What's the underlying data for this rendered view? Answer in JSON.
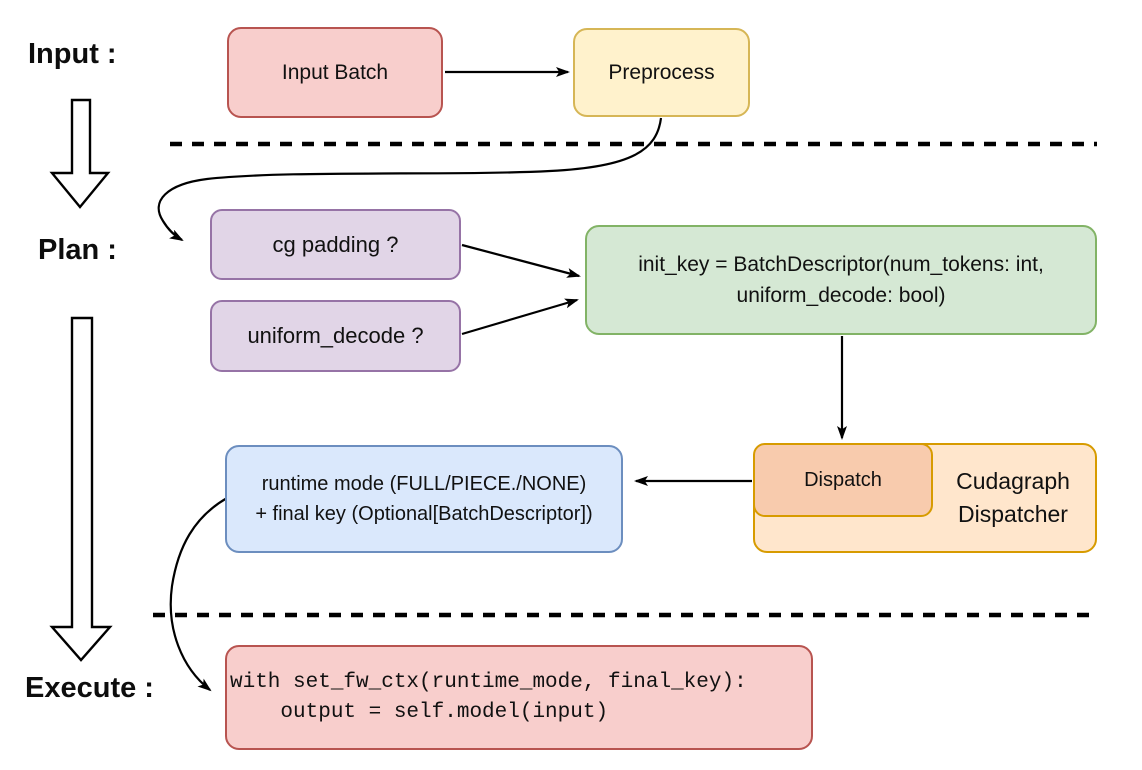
{
  "diagram": {
    "section_labels": {
      "input": "Input :",
      "plan": "Plan :",
      "execute": "Execute :"
    },
    "nodes": {
      "input_batch": {
        "label": "Input Batch"
      },
      "preprocess": {
        "label": "Preprocess"
      },
      "cg_padding": {
        "label": "cg padding ?"
      },
      "uniform_decode": {
        "label": "uniform_decode ?"
      },
      "init_key": {
        "line1": "init_key = BatchDescriptor(num_tokens: int,",
        "line2": "uniform_decode: bool)"
      },
      "dispatch": {
        "label": "Dispatch"
      },
      "cudagraph_dispatcher": {
        "line1": "Cudagraph",
        "line2": "Dispatcher"
      },
      "runtime_mode": {
        "line1": "runtime mode (FULL/PIECE./NONE)",
        "line2": "+ final key (Optional[BatchDescriptor])"
      },
      "execute_code": {
        "line1": "with set_fw_ctx(runtime_mode, final_key):",
        "line2": "    output = self.model(input)"
      }
    },
    "colors": {
      "red_fill": "#F8CECC",
      "red_stroke": "#B85450",
      "yellow_fill": "#FFF2CC",
      "yellow_stroke": "#D6B656",
      "purple_fill": "#E1D5E7",
      "purple_stroke": "#9673A6",
      "green_fill": "#D5E8D4",
      "green_stroke": "#82B366",
      "blue_fill": "#DAE8FC",
      "blue_stroke": "#6C8EBF",
      "orange_fill": "#FFE6CC",
      "orange_inner_fill": "#F8CBAD",
      "orange_stroke": "#D79B00",
      "line_color": "#000000"
    }
  }
}
